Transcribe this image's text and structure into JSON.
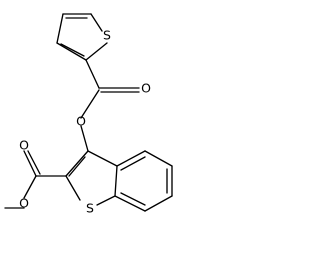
{
  "structure": {
    "atom_labels": {
      "thiophene_sulfur": "S",
      "ester_carbonyl_oxygen_top": "O",
      "ester_linker_oxygen": "O",
      "ester_carbonyl_oxygen_bottom": "O",
      "methoxy_oxygen": "O",
      "benzothiophene_sulfur": "S"
    }
  }
}
